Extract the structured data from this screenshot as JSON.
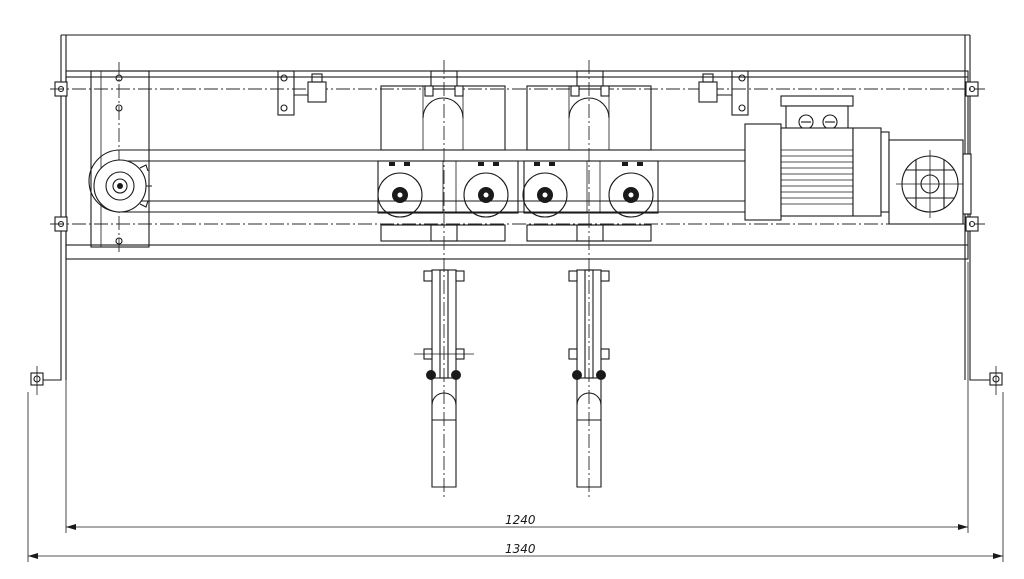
{
  "drawing": {
    "dimensions": [
      {
        "id": "inner-width",
        "value": "1240"
      },
      {
        "id": "outer-width",
        "value": "1340"
      }
    ]
  },
  "colors": {
    "line": "#1a1a1a",
    "background": "#ffffff"
  }
}
